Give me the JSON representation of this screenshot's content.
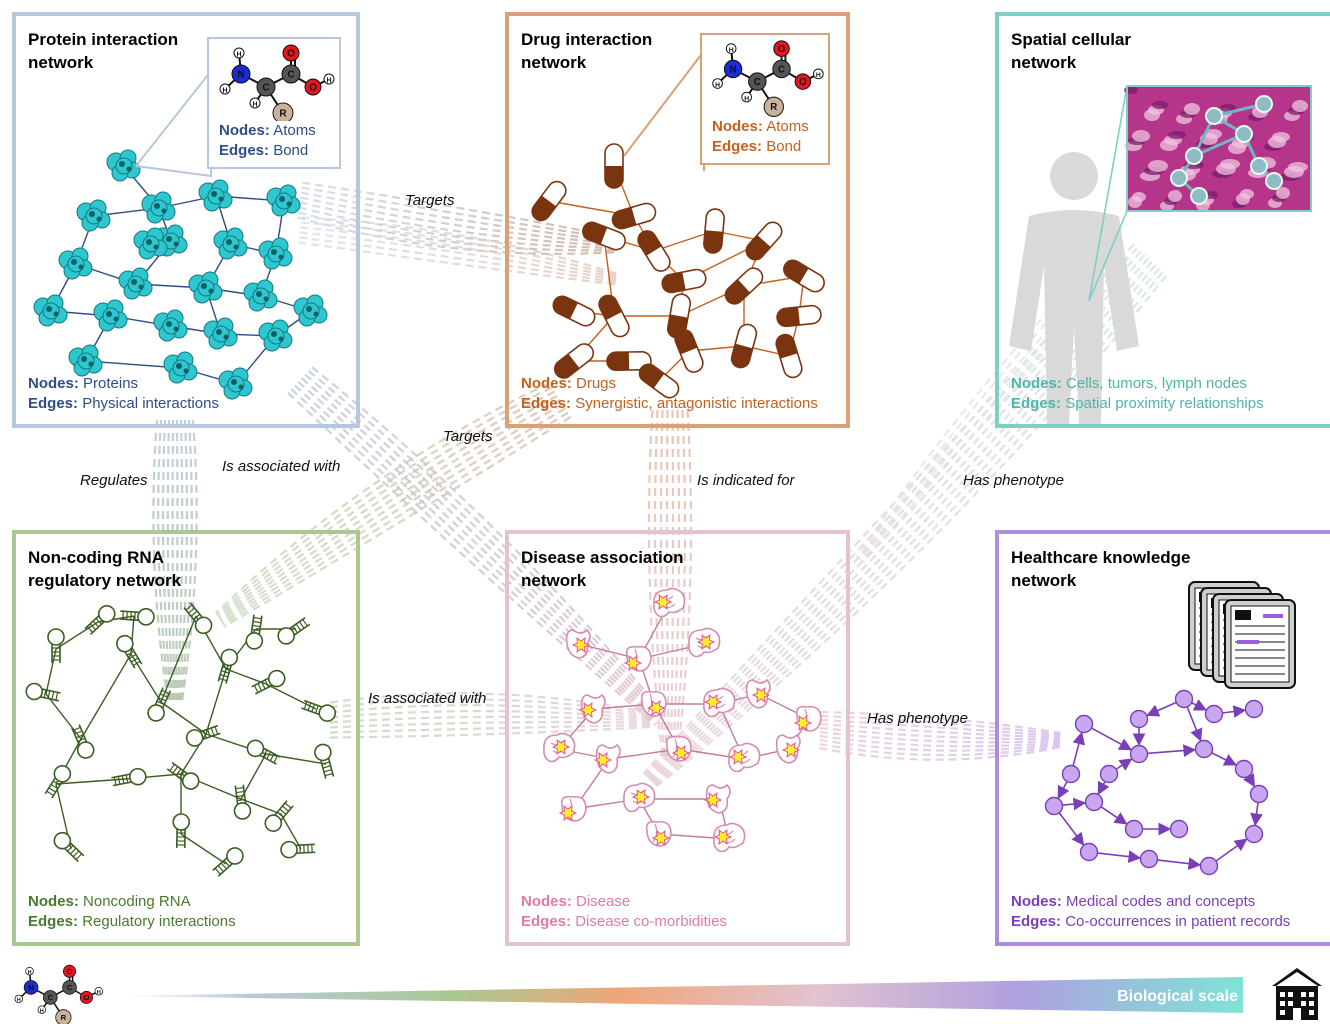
{
  "panels": {
    "protein": {
      "title": "Protein interaction\nnetwork",
      "nodes_label": "Nodes:",
      "nodes": "Proteins",
      "edges_label": "Edges:",
      "edges": "Physical interactions",
      "color": "#b8c8dc",
      "text_color": "#2e4d8a",
      "node_color": "#2ec7d0"
    },
    "drug": {
      "title": "Drug interaction\nnetwork",
      "nodes_label": "Nodes:",
      "nodes": "Drugs",
      "edges_label": "Edges:",
      "edges": "Synergistic, antagonistic interactions",
      "color": "#d9a07a",
      "text_color": "#c4611c",
      "node_color": "#7a3510"
    },
    "spatial": {
      "title": "Spatial cellular\nnetwork",
      "nodes_label": "Nodes:",
      "nodes": "Cells, tumors, lymph nodes",
      "edges_label": "Edges:",
      "edges": "Spatial proximity relationships",
      "color": "#7fcfc4",
      "text_color": "#4db6a8"
    },
    "rna": {
      "title": "Non-coding RNA\nregulatory network",
      "nodes_label": "Nodes:",
      "nodes": "Noncoding RNA",
      "edges_label": "Edges:",
      "edges": "Regulatory interactions",
      "color": "#a9c892",
      "text_color": "#4a7a2e",
      "node_color": "#3b5e22"
    },
    "disease": {
      "title": "Disease association\nnetwork",
      "nodes_label": "Nodes:",
      "nodes": "Disease",
      "edges_label": "Edges:",
      "edges": "Disease co-morbidities",
      "color": "#e2c3cf",
      "text_color": "#e07aa8",
      "node_color": "#d68cb0"
    },
    "health": {
      "title": "Healthcare knowledge\nnetwork",
      "nodes_label": "Nodes:",
      "nodes": "Medical codes and concepts",
      "edges_label": "Edges:",
      "edges": "Co-occurrences in patient records",
      "color": "#ad8ddd",
      "text_color": "#7a3fb8",
      "node_color": "#c9a6f0"
    }
  },
  "insets": {
    "protein": {
      "nodes_label": "Nodes:",
      "nodes": "Atoms",
      "edges_label": "Edges:",
      "edges": "Bond"
    },
    "drug": {
      "nodes_label": "Nodes:",
      "nodes": "Atoms",
      "edges_label": "Edges:",
      "edges": "Bond"
    }
  },
  "molecule": {
    "atoms": [
      "H",
      "N",
      "C",
      "C",
      "O",
      "O",
      "H",
      "R",
      "H",
      "H"
    ]
  },
  "edge_labels": [
    "Targets",
    "Targets",
    "Regulates",
    "Is associated with",
    "Is indicated for",
    "Has phenotype",
    "Is associated with",
    "Has phenotype"
  ],
  "scale_label": "Biological scale",
  "icons": [
    "person-silhouette-icon",
    "tissue-image-icon",
    "patient-record-icon",
    "hospital-icon",
    "amino-acid-icon"
  ]
}
